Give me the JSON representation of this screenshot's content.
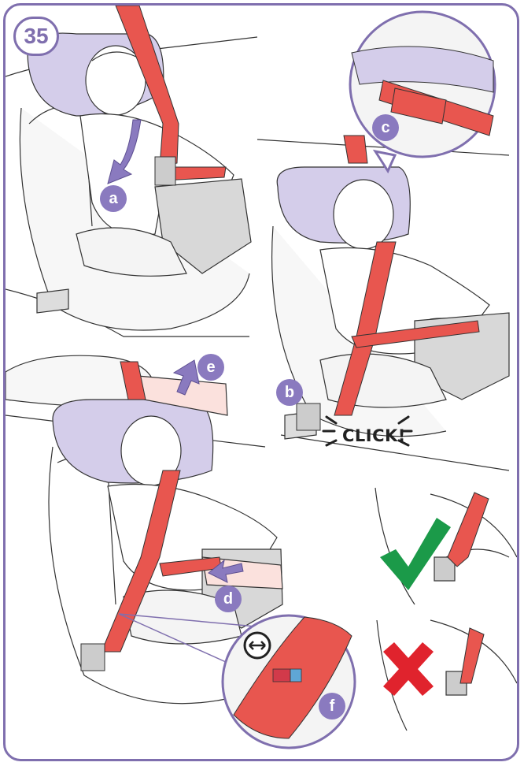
{
  "step": {
    "number": "35"
  },
  "labels": {
    "a": "a",
    "b": "b",
    "c": "c",
    "d": "d",
    "e": "e",
    "f": "f"
  },
  "sound": {
    "click": "CLICK!"
  },
  "colors": {
    "frame": "#7f6fae",
    "belt": "#e8564f",
    "headrest": "#d4cdea",
    "label_bg": "#8a7abf",
    "check": "#1b9a49",
    "cross": "#e0232d"
  },
  "icons": {
    "correct": "check-icon",
    "incorrect": "cross-icon",
    "adjust": "rotate-arrows-icon"
  }
}
